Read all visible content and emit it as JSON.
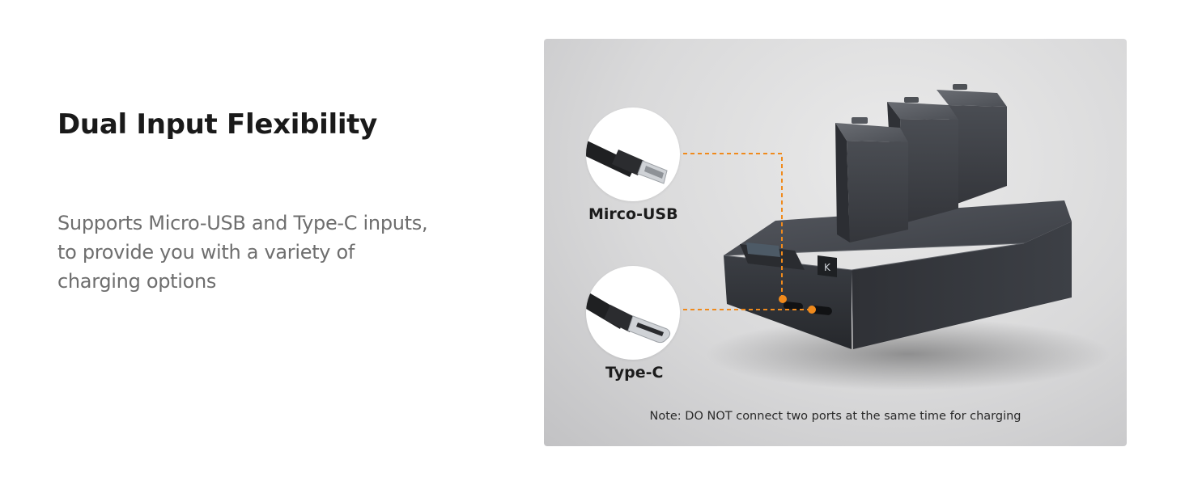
{
  "heading": "Dual Input Flexibility",
  "description": {
    "line1": "Supports Micro-USB and Type-C inputs,",
    "line2": "to provide you with a variety of",
    "line3": "charging options"
  },
  "product_image": {
    "ports": [
      {
        "label": "Mirco-USB",
        "icon": "micro-usb-cable-icon"
      },
      {
        "label": "Type-C",
        "icon": "usb-c-cable-icon"
      }
    ],
    "note": "Note: DO NOT connect two ports at the same time for charging",
    "accent_color": "#f08a1c"
  }
}
